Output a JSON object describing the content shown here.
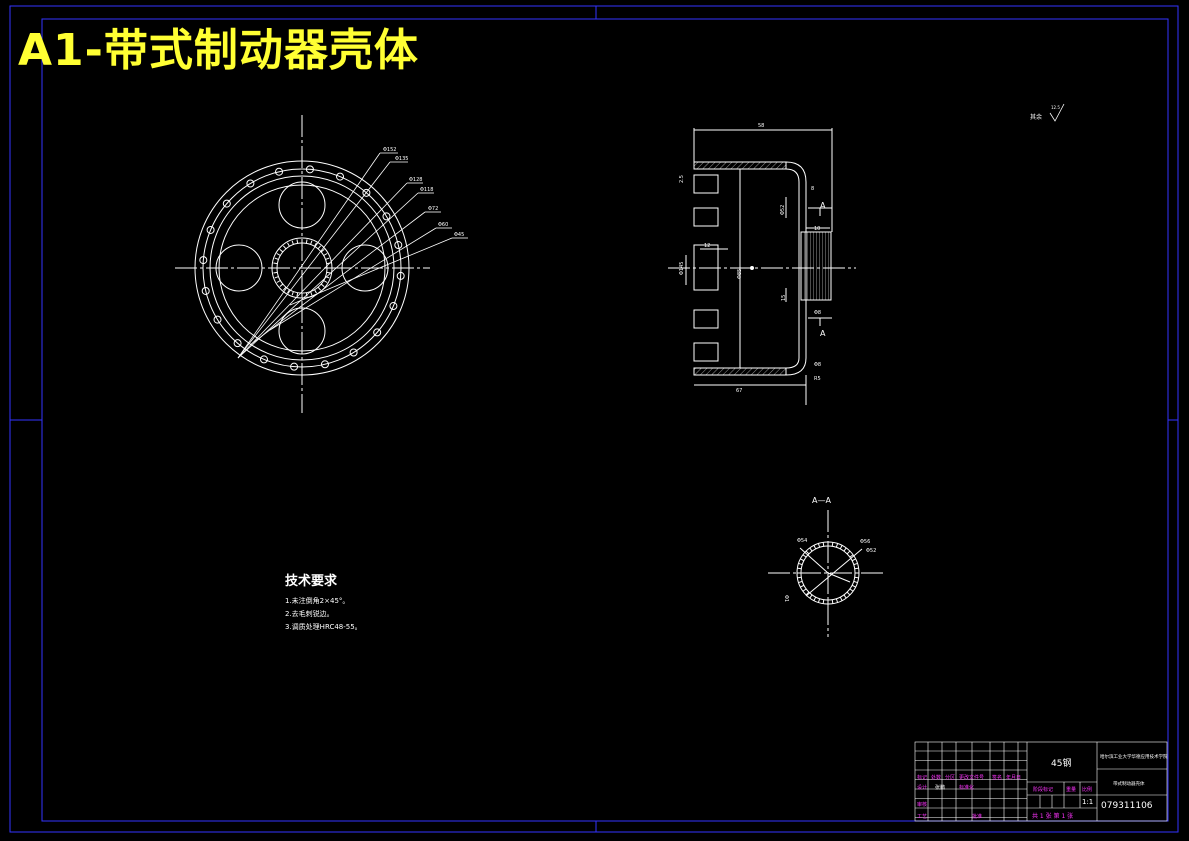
{
  "title": "A1-带式制动器壳体",
  "roughness_note": "其余",
  "roughness_value": "12.5",
  "tech_requirements": {
    "heading": "技术要求",
    "items": [
      "1.未注倒角2×45°。",
      "2.去毛刺锐边。",
      "3.调质处理HRC48-55。"
    ]
  },
  "front_view": {
    "dims": [
      "Φ152",
      "Φ135",
      "Φ128",
      "Φ118",
      "Φ72",
      "Φ60",
      "Φ45"
    ]
  },
  "side_view": {
    "dims": [
      "58",
      "2.5",
      "8",
      "Φ52",
      "10",
      "12",
      "Φ85",
      "Φ145",
      "15",
      "Φ8",
      "Φ8",
      "67",
      "R5"
    ],
    "section_mark": "A"
  },
  "section_view": {
    "label": "A—A",
    "dims": [
      "Φ56",
      "Φ52",
      "Φ54",
      "Φ1"
    ]
  },
  "title_block": {
    "material": "45钢",
    "school": "哈尔滨工业大学华德应用技术学院",
    "part_name": "带式制动器壳体",
    "drawing_no": "079311106",
    "scale": "1:1",
    "sheet_info": "共 1 张 第 1 张",
    "labels": {
      "mark": "标记",
      "count": "处数",
      "zone": "分区",
      "change_doc": "更改文件号",
      "sign": "签名",
      "date": "年月日",
      "design": "设计",
      "designer": "张鹏",
      "standardize": "标准化",
      "review": "审核",
      "process": "工艺",
      "approve": "批准",
      "stage_mark": "阶段标记",
      "weight": "重量",
      "ratio": "比例"
    }
  }
}
